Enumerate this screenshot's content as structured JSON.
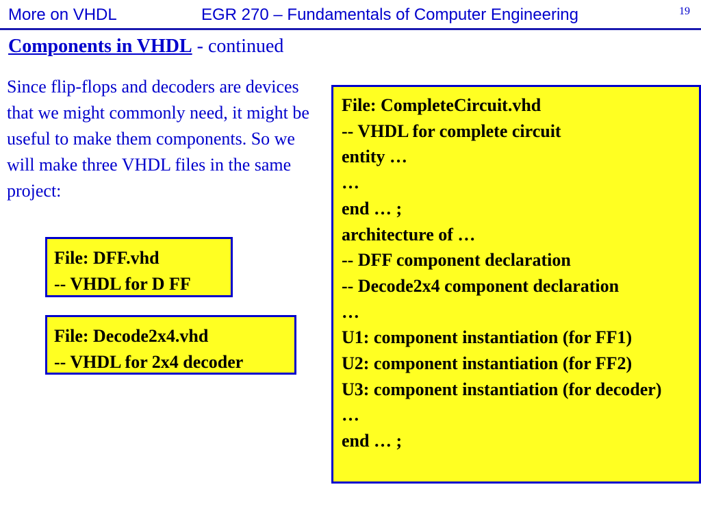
{
  "header": {
    "left": "More on VHDL",
    "center": "EGR 270 – Fundamentals of Computer Engineering",
    "page_number": "19"
  },
  "title": {
    "main": "Components in VHDL",
    "suffix": " - continued"
  },
  "intro": "Since flip-flops and decoders are devices that we might commonly need, it might be useful to make them components.  So we will make three VHDL files in the same project:",
  "boxes": {
    "dff": [
      "File:  DFF.vhd",
      "-- VHDL for D FF"
    ],
    "decoder": [
      "File:  Decode2x4.vhd",
      "-- VHDL for 2x4 decoder"
    ],
    "complete": [
      "File:  CompleteCircuit.vhd",
      "-- VHDL for complete circuit",
      "entity …",
      "…",
      "end … ;",
      "architecture  of …",
      "-- DFF component declaration",
      "-- Decode2x4 component declaration",
      "…",
      "U1: component instantiation (for FF1)",
      "U2: component instantiation (for FF2)",
      "U3: component instantiation (for decoder)",
      "…",
      "end … ;"
    ]
  }
}
